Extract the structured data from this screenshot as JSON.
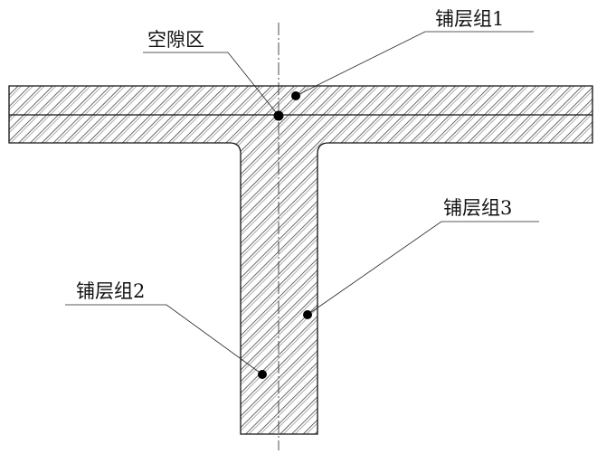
{
  "diagram": {
    "labels": {
      "gap_zone": "空隙区",
      "ply_group_1": "铺层组1",
      "ply_group_2": "铺层组2",
      "ply_group_3": "铺层组3"
    },
    "colors": {
      "line": "#111111",
      "hatch": "#333333",
      "background": "#ffffff"
    }
  }
}
